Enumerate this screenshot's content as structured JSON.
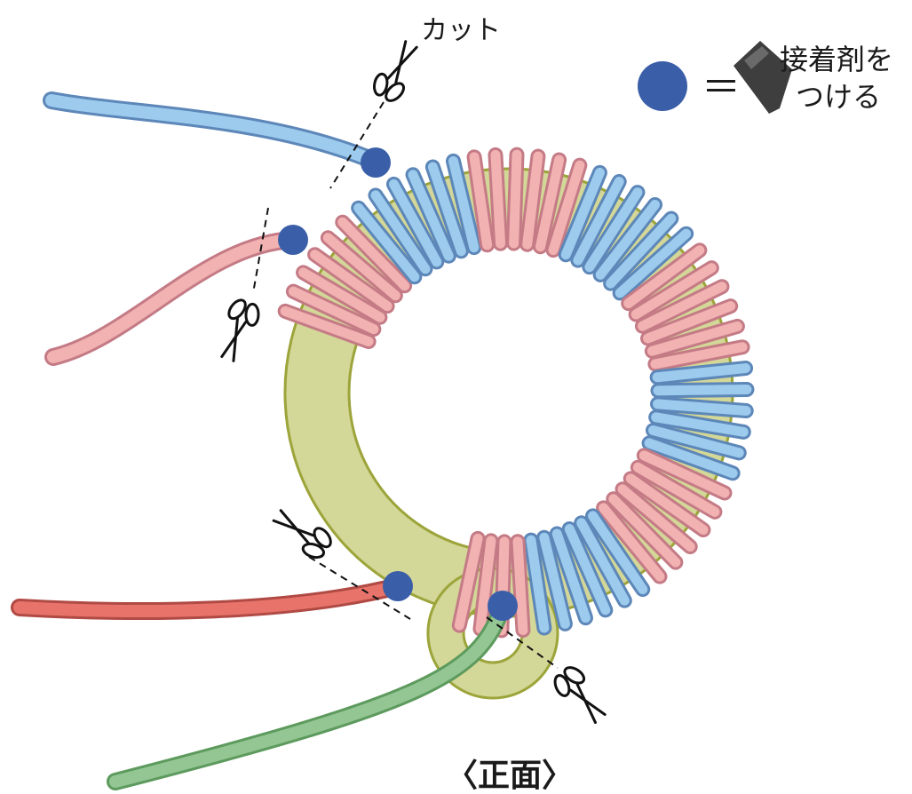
{
  "labels": {
    "cut": "カット",
    "legend_line1": "接着剤を",
    "legend_line2": "つける",
    "equals": "＝",
    "view": "〈正面〉"
  },
  "colors": {
    "core_fill": "#d3d797",
    "core_stroke": "#9ca43a",
    "pink_wire": "#f2b2b2",
    "pink_outline": "#c47b86",
    "blue_wire": "#9ccbee",
    "blue_outline": "#5d87b8",
    "red_wire": "#e8736a",
    "red_outline": "#b04a44",
    "green_wire": "#94c694",
    "green_outline": "#5d9a5d",
    "glue_dot": "#3a5fa8",
    "glue_tube": "#4a4a4a"
  },
  "icons": [
    "scissors-icon",
    "glue-tube-icon",
    "glue-dot-icon"
  ]
}
